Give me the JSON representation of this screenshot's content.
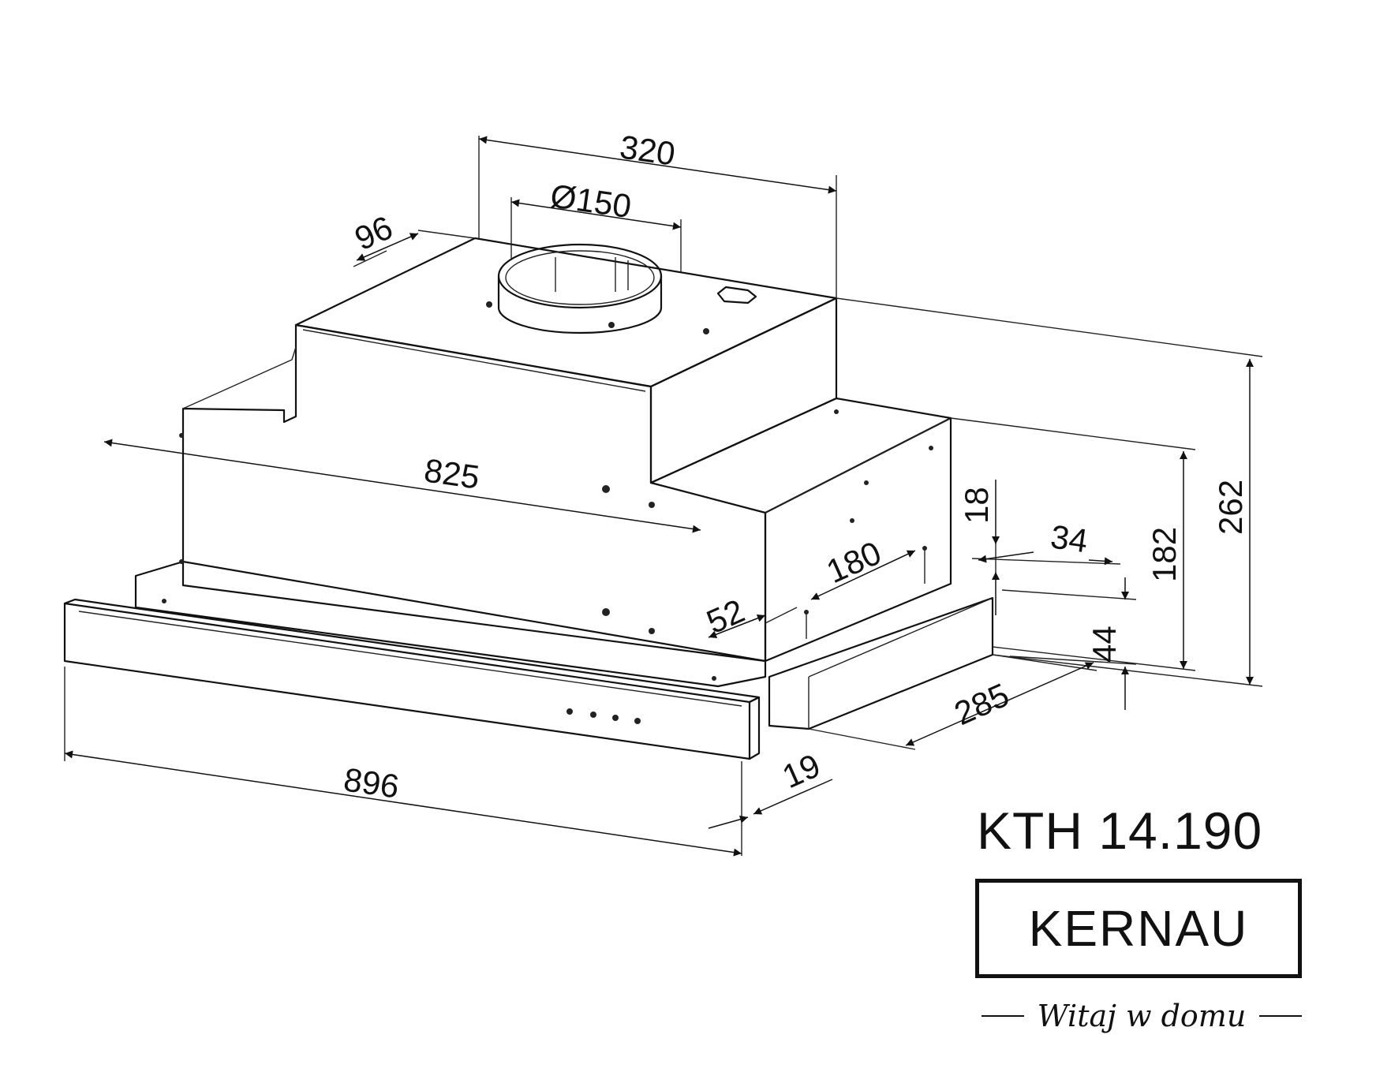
{
  "dimensions": {
    "width_320": "320",
    "duct_diameter": "Ø150",
    "depth_96": "96",
    "width_825": "825",
    "height_18": "18",
    "offset_34": "34",
    "depth_180": "180",
    "offset_52": "52",
    "height_182": "182",
    "height_262": "262",
    "height_44": "44",
    "depth_285": "285",
    "width_896": "896",
    "panel_19": "19"
  },
  "product": {
    "model": "KTH 14.190",
    "brand": "KERNAU",
    "tagline": "Witaj w domu"
  }
}
